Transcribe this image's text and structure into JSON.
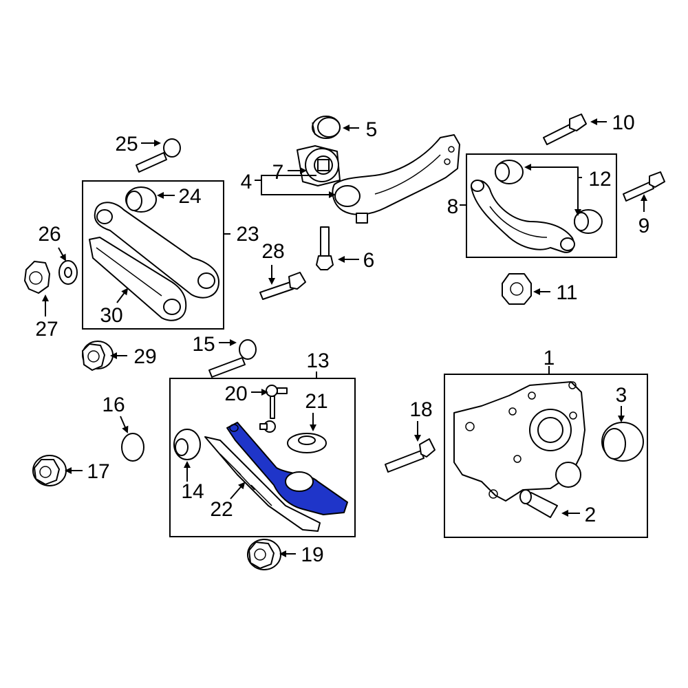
{
  "diagram": {
    "highlight_color": "#1f35c9",
    "labels": {
      "l1": "1",
      "l2": "2",
      "l3": "3",
      "l4": "4",
      "l5": "5",
      "l6": "6",
      "l7": "7",
      "l8": "8",
      "l9": "9",
      "l10": "10",
      "l11": "11",
      "l12": "12",
      "l13": "13",
      "l14": "14",
      "l15": "15",
      "l16": "16",
      "l17": "17",
      "l18": "18",
      "l19": "19",
      "l20": "20",
      "l21": "21",
      "l22": "22",
      "l23": "23",
      "l24": "24",
      "l25": "25",
      "l26": "26",
      "l27": "27",
      "l28": "28",
      "l29": "29",
      "l30": "30"
    }
  }
}
